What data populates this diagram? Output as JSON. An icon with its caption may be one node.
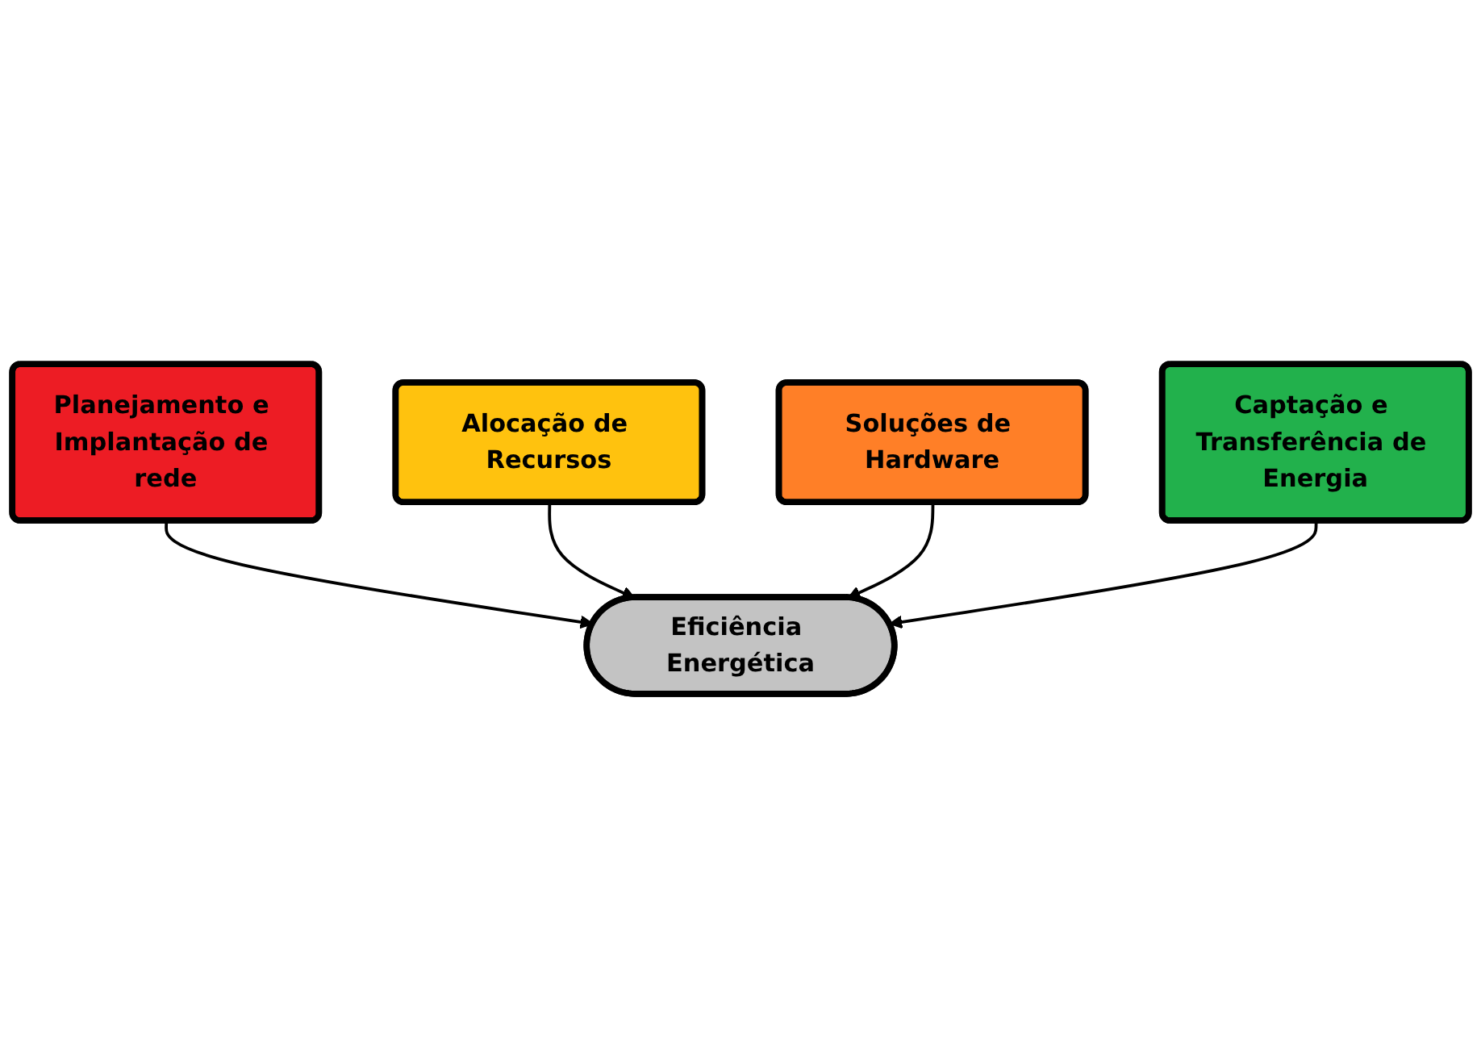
{
  "diagram": {
    "nodes": [
      {
        "text": [
          "Planejamento e Implantação de rede"
        ]
      },
      {
        "text": [
          "Alocação de Recursos"
        ]
      },
      {
        "text": [
          "Eficiência Energética"
        ]
      },
      {
        "text": [
          "Soluções de Hardware"
        ]
      },
      {
        "text": [
          "Captação e Transferência de Energia"
        ]
      }
    ],
    "edges": [
      {
        "from": 0,
        "to": 2,
        "arrow": "to"
      },
      {
        "from": 1,
        "to": 2,
        "arrow": "to"
      },
      {
        "from": 3,
        "to": 2,
        "arrow": "to"
      },
      {
        "from": 4,
        "to": 2,
        "arrow": "to"
      }
    ]
  }
}
